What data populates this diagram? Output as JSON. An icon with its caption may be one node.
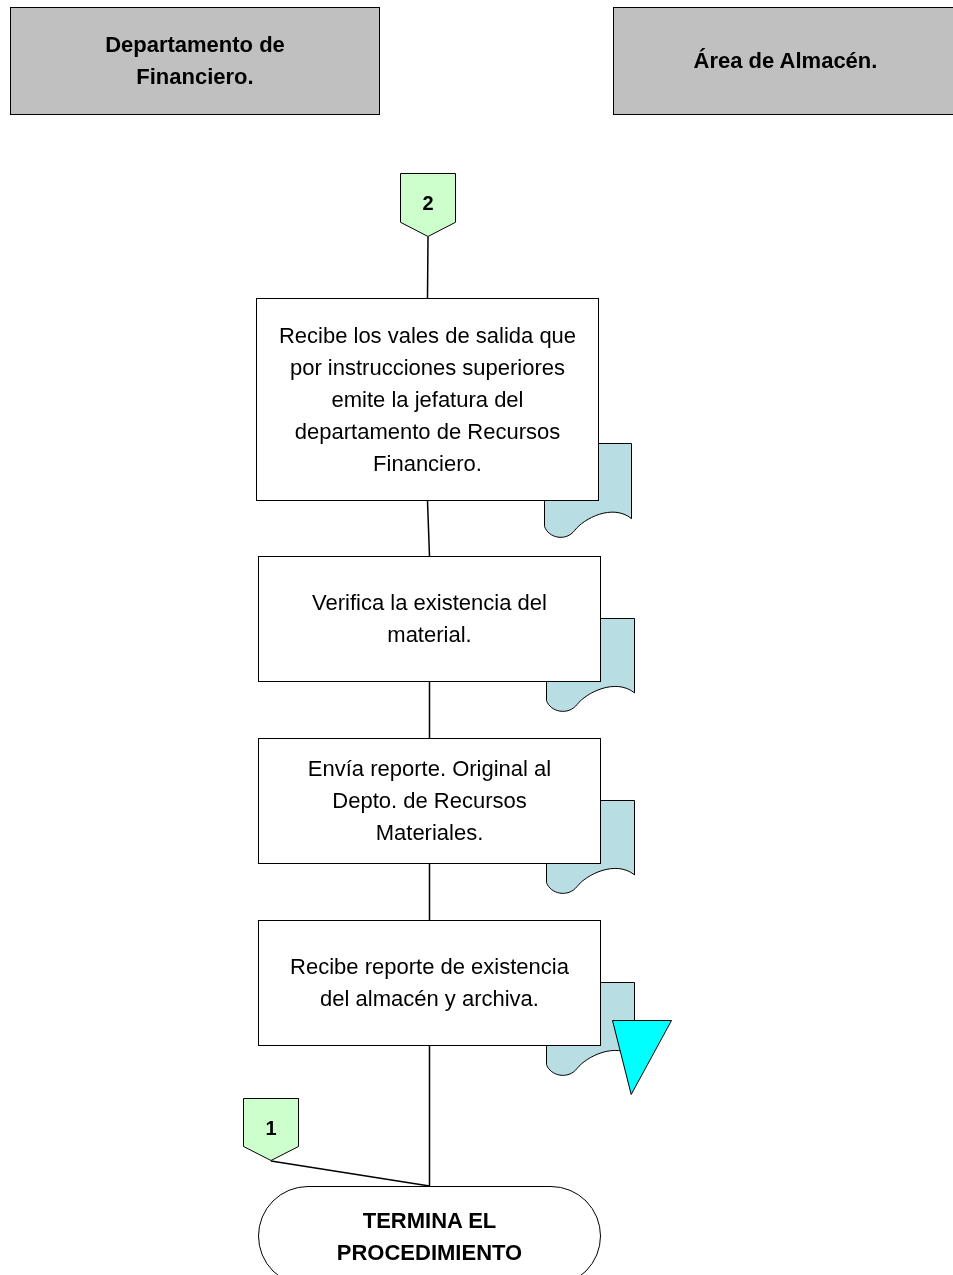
{
  "diagram": {
    "nodes": [
      {
        "text": [
          "Departamento de Financiero."
        ]
      },
      {
        "text": [
          "Área de Almacén."
        ]
      },
      {
        "text": [
          "2"
        ]
      },
      {
        "text": [
          "Recibe los vales de salida que por instrucciones superiores emite la jefatura del departamento de Recursos Financiero."
        ]
      },
      {
        "text": [],
        "shape": "document"
      },
      {
        "text": [
          "Verifica la existencia del material."
        ]
      },
      {
        "text": [],
        "shape": "document"
      },
      {
        "text": [
          "Envía reporte. Original al Depto. de Recursos Materiales."
        ]
      },
      {
        "text": [],
        "shape": "document"
      },
      {
        "text": [
          "Recibe reporte de existencia del almacén y archiva."
        ]
      },
      {
        "text": [],
        "shape": "document"
      },
      {
        "text": [],
        "shape": "triangle"
      },
      {
        "text": [
          "1"
        ]
      },
      {
        "text": [
          "TERMINA EL PROCEDIMIENTO"
        ]
      }
    ],
    "edges": [
      {
        "from": 2,
        "to": 3,
        "arrow": "none"
      },
      {
        "from": 3,
        "to": 5,
        "arrow": "none"
      },
      {
        "from": 5,
        "to": 7,
        "arrow": "none"
      },
      {
        "from": 7,
        "to": 9,
        "arrow": "none"
      },
      {
        "from": 9,
        "to": 13,
        "arrow": "none"
      },
      {
        "from": 12,
        "to": 13,
        "arrow": "none"
      }
    ]
  }
}
